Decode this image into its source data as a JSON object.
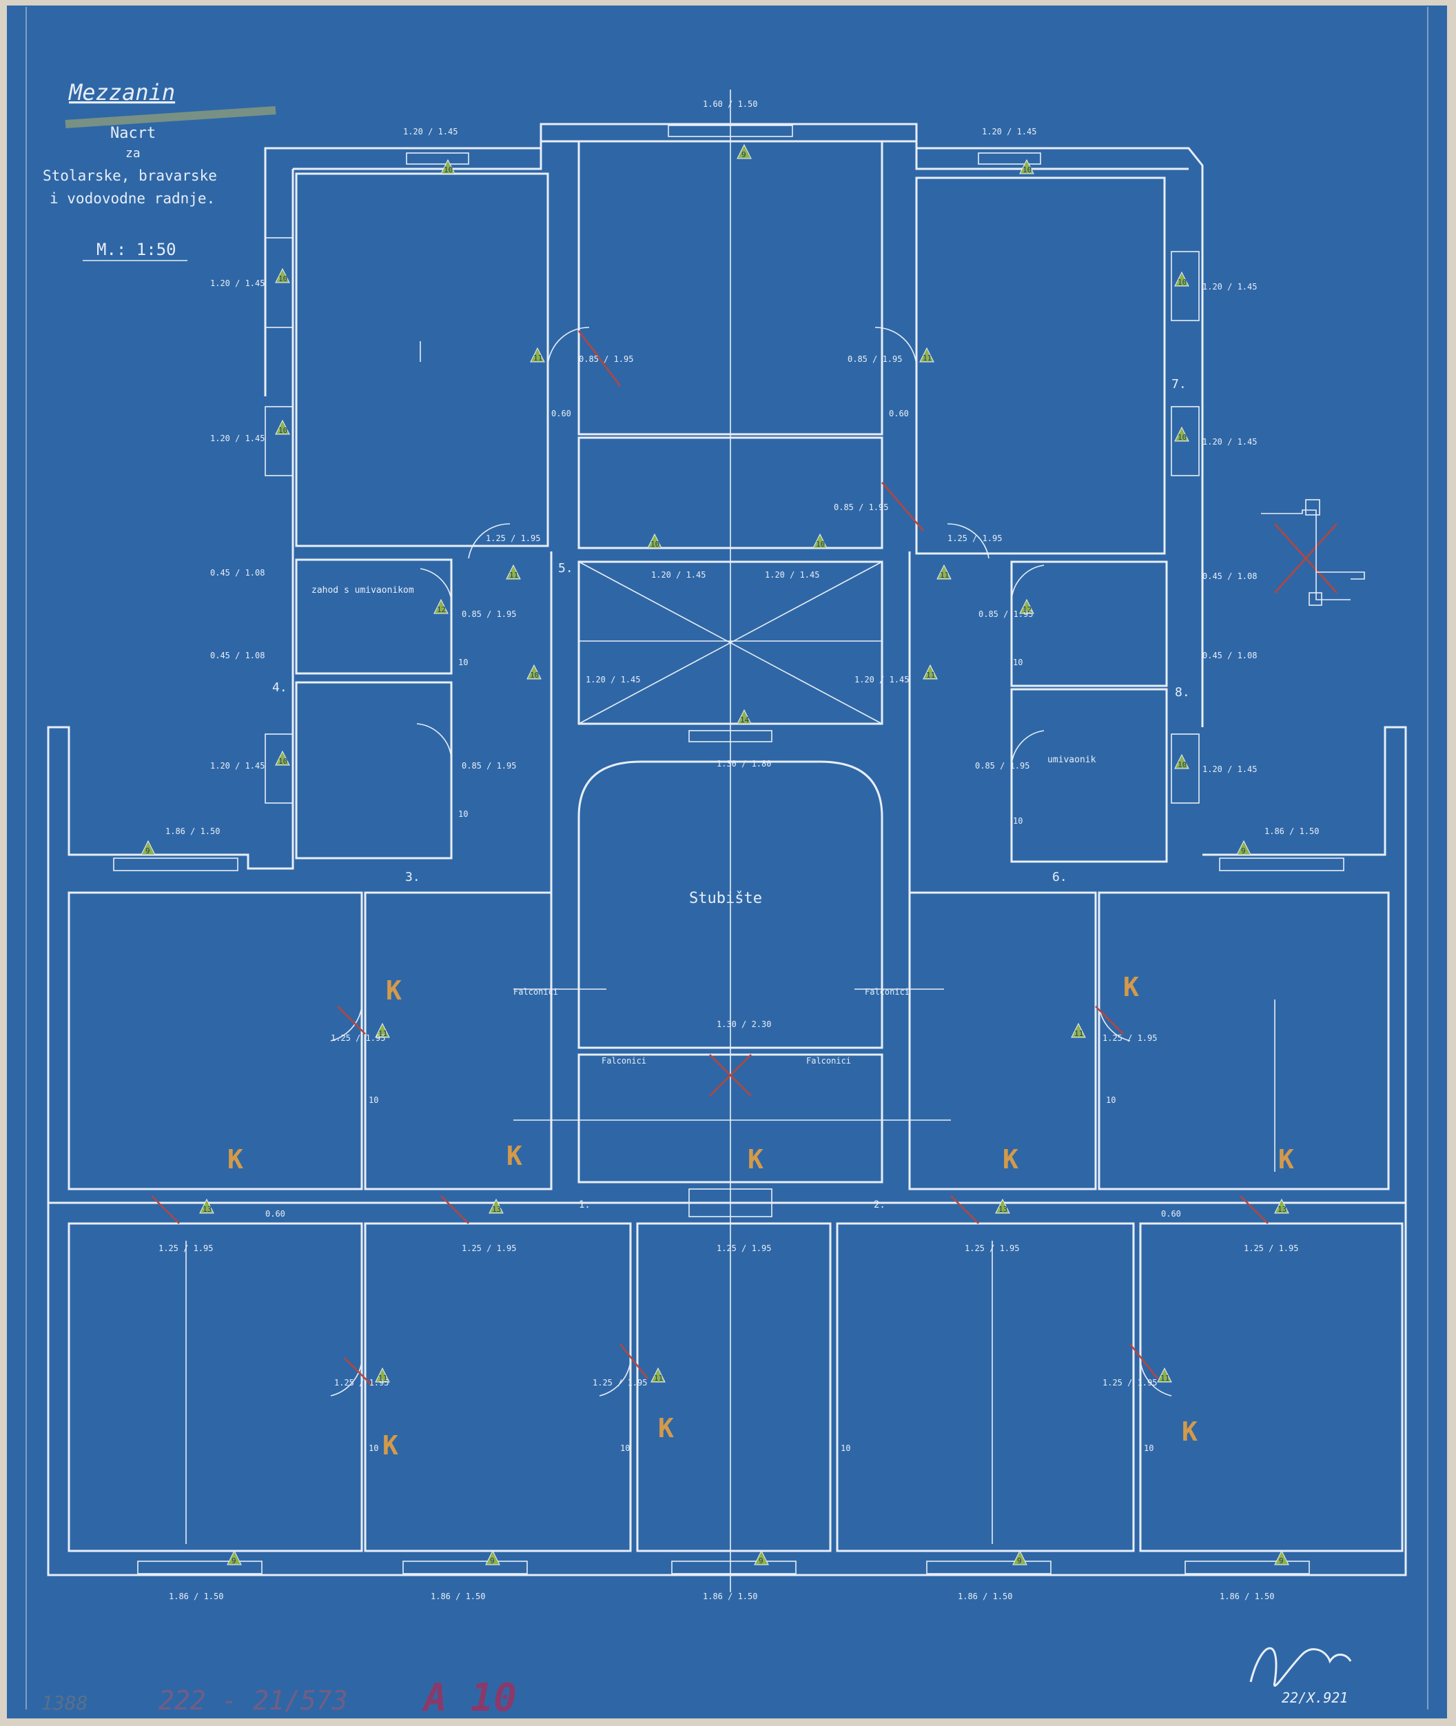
{
  "title": {
    "heading": "Mezzanin",
    "line1": "Nacrt",
    "line2": "za",
    "line3": "Stolarske, bravarske",
    "line4": "i vodovodne radnje.",
    "scale": "M.: 1:50"
  },
  "rooms": {
    "stair": "Stubište",
    "wc_left": "zahod s umivaonikom",
    "wash_right": "umivaonik",
    "falconici": "Falconici"
  },
  "dimensions": {
    "win_top": "1.20 / 1.45",
    "win_top_center": "1.60 / 1.50",
    "win_side": "1.20 / 1.45",
    "win_small": "0.45 / 1.08",
    "door_a": "0.85 / 1.95",
    "door_b": "1.25 / 1.95",
    "door_c": "1.30 / 2.30",
    "win_bottom": "1.86 / 1.50",
    "hall": "1.30 / 1.80",
    "gap": "0.60",
    "wall": "10"
  },
  "marks": {
    "n9": "9",
    "n10": "10",
    "n11": "11",
    "n12": "12",
    "n13": "13",
    "n14": "14",
    "k": "K",
    "stair_n1": "1.",
    "stair_n2": "2.",
    "stair_n3": "3.",
    "stair_n4": "4.",
    "stair_n5": "5.",
    "stair_n6": "6.",
    "stair_n7": "7.",
    "stair_n8": "8."
  },
  "archive": {
    "number": "1388",
    "code": "222 - 21/573",
    "sheet": "A 10"
  },
  "signature": {
    "date": "22/X.921"
  },
  "colors": {
    "paper": "#2f67a6",
    "ink": "#e8eef7",
    "triangle": "#8fb24a",
    "red": "#b8453a",
    "orange": "#d49a4a"
  }
}
